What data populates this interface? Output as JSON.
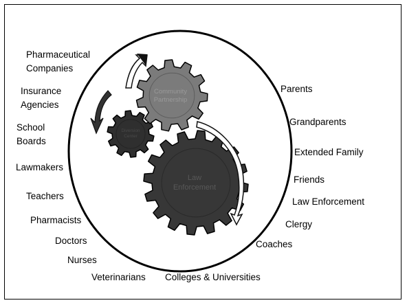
{
  "gears": {
    "community": {
      "label_line1": "Community",
      "label_line2": "Partnership",
      "fill": "#7b7b7b"
    },
    "diversion": {
      "label_line1": "Diversion",
      "label_line2": "Center",
      "fill": "#2f2f2f"
    },
    "law": {
      "label_line1": "Law",
      "label_line2": "Enforcement",
      "fill": "#373737"
    }
  },
  "left_labels": [
    {
      "line1": "Pharmaceutical",
      "line2": "Companies"
    },
    {
      "line1": "Insurance",
      "line2": "Agencies"
    },
    {
      "line1": "School",
      "line2": "Boards"
    },
    {
      "line1": "Lawmakers"
    },
    {
      "line1": "Teachers"
    },
    {
      "line1": "Pharmacists"
    },
    {
      "line1": "Doctors"
    },
    {
      "line1": "Nurses"
    },
    {
      "line1": "Veterinarians"
    }
  ],
  "right_labels": [
    "Parents",
    "Grandparents",
    "Extended Family",
    "Friends",
    "Law Enforcement",
    "Clergy",
    "Coaches",
    "Colleges & Universities"
  ],
  "colors": {
    "ring": "#000000",
    "arrow_fill": "#ffffff",
    "arrow_dark": "#333333",
    "text": "#000000"
  }
}
